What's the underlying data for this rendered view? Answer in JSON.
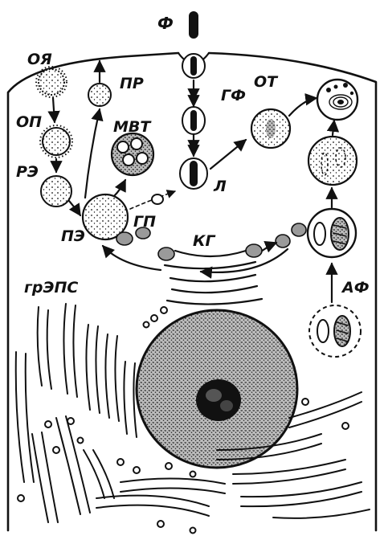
{
  "labels": {
    "F": "Ф",
    "OYa": "ОЯ",
    "OP": "ОП",
    "RE": "РЭ",
    "PR": "ПР",
    "MVT": "МВТ",
    "GF": "ГФ",
    "OT": "ОТ",
    "L": "Л",
    "PE": "ПЭ",
    "GP": "ГП",
    "KG": "КГ",
    "grEPS": "грЭПС",
    "AF": "АФ"
  },
  "colors": {
    "ink": "#111111",
    "paper": "#ffffff",
    "granule": "#9a9a9a"
  }
}
